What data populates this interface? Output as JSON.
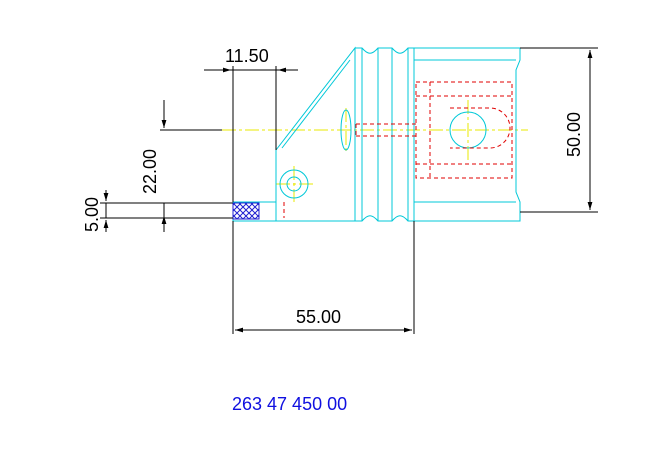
{
  "dimensions": {
    "top_offset": "11.50",
    "height_upper": "22.00",
    "height_lower": "5.00",
    "overall_length": "55.00",
    "shank_diameter": "50.00"
  },
  "part_number": "263 47 450 00",
  "colors": {
    "outline": "#00c8d8",
    "hidden": "#e00000",
    "centerline": "#e8e800",
    "dimension": "#000000",
    "part_number": "#1010e0",
    "insert": "#2020d0"
  }
}
